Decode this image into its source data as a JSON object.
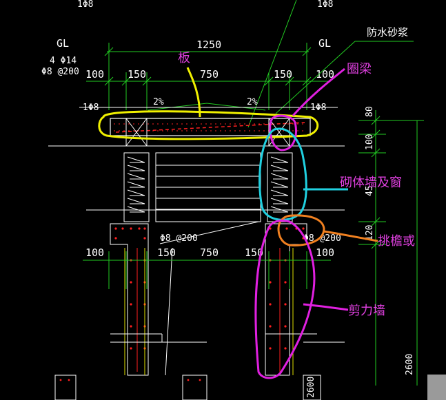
{
  "dims": {
    "top_left_cut": "1Φ8",
    "top_right_cut": "1Φ8",
    "gl_left": "GL",
    "gl_right": "GL",
    "overall": "1250",
    "rebar_main": "4 Φ14",
    "rebar_stirrup": "Φ8 @200",
    "left_100": "100",
    "left_150": "150",
    "mid_750": "750",
    "right_150": "150",
    "right_100": "100",
    "slope_left": "2%",
    "slope_right": "2%",
    "bar_left": "1Φ8",
    "bar_right": "1Φ8",
    "waterproof": "防水砂浆",
    "v_80": "80",
    "v_100": "100",
    "v_45": "45",
    "v_120": "120",
    "v_2600_right": "2600",
    "v_2600_bottom": "2600",
    "stirrup_left": "Φ8 @200",
    "stirrup_right": "Φ8 @200",
    "bot_100_left": "100",
    "bot_150_left": "150",
    "bot_750": "750",
    "bot_150_right": "150",
    "bot_100_right": "100"
  },
  "annotations": {
    "slab": "板",
    "ring_beam": "圈梁",
    "masonry": "砌体墙及窗",
    "eave": "挑檐或",
    "shear_wall": "剪力墙"
  },
  "colors": {
    "dim_line": "#22cc22",
    "outline": "#ffffff",
    "rebar": "#ff2020",
    "slab_marker": "#f0f000",
    "ring_marker": "#e020e0",
    "masonry_marker": "#20d0e0",
    "eave_marker": "#f08020",
    "leader": "#22cc22"
  }
}
